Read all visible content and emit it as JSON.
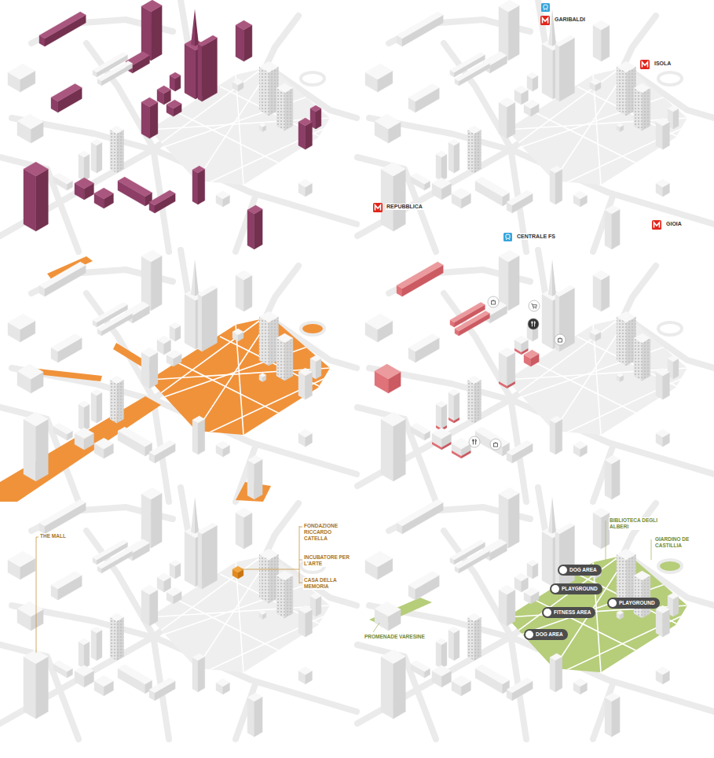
{
  "diagram": {
    "nodes": [
      {
        "text": [
          "DOG AREA"
        ]
      },
      {
        "text": [
          "PLAYGROUND"
        ]
      },
      {
        "text": [
          "PLAYGROUND"
        ]
      },
      {
        "text": [
          "FITNESS AREA"
        ]
      },
      {
        "text": [
          "DOG AREA"
        ]
      }
    ],
    "edges": [],
    "labels": [
      "GARIBALDI",
      "ISOLA",
      "REPUBBLICA",
      "GIOIA",
      "CENTRALE FS",
      "FONDAZIONE RICCARDO CATELLA",
      "INCUBATORE PER L'ARTE",
      "CASA DELLA MEMORIA",
      "THE MALL",
      "BIBLIOTECA DEGLI ALBERI",
      "GIARDINO DE CASTILLIA",
      "PROMENADE VARESINE"
    ]
  }
}
